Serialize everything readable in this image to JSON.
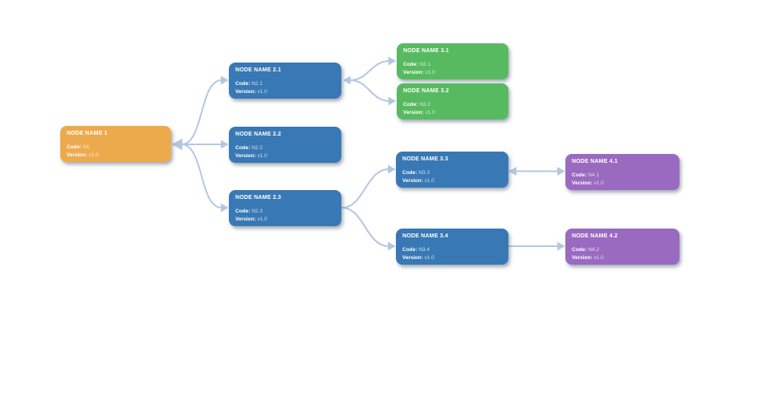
{
  "diagram": {
    "nodes": [
      {
        "id": "n1",
        "title": "NODE NAME 1",
        "code_label": "Code:",
        "code_value": "N1",
        "version_label": "Version:",
        "version_value": "v1.0",
        "color": "orange"
      },
      {
        "id": "n2_1",
        "title": "NODE NAME 2.1",
        "code_label": "Code:",
        "code_value": "N2.1",
        "version_label": "Version:",
        "version_value": "v1.0",
        "color": "blue"
      },
      {
        "id": "n2_2",
        "title": "NODE NAME 2.2",
        "code_label": "Code:",
        "code_value": "N2.2",
        "version_label": "Version:",
        "version_value": "v1.0",
        "color": "blue"
      },
      {
        "id": "n2_3",
        "title": "NODE NAME 2.3",
        "code_label": "Code:",
        "code_value": "N2.3",
        "version_label": "Version:",
        "version_value": "v1.0",
        "color": "blue"
      },
      {
        "id": "n3_1",
        "title": "NODE NAME 3.1",
        "code_label": "Code:",
        "code_value": "N3.1",
        "version_label": "Version:",
        "version_value": "v1.0",
        "color": "green"
      },
      {
        "id": "n3_2",
        "title": "NODE NAME 3.2",
        "code_label": "Code:",
        "code_value": "N3.2",
        "version_label": "Version:",
        "version_value": "v1.0",
        "color": "green"
      },
      {
        "id": "n3_3",
        "title": "NODE NAME 3.3",
        "code_label": "Code:",
        "code_value": "N3.3",
        "version_label": "Version:",
        "version_value": "v1.0",
        "color": "blue"
      },
      {
        "id": "n3_4",
        "title": "NODE NAME 3.4",
        "code_label": "Code:",
        "code_value": "N3.4",
        "version_label": "Version:",
        "version_value": "v1.0",
        "color": "blue"
      },
      {
        "id": "n4_1",
        "title": "NODE NAME 4.1",
        "code_label": "Code:",
        "code_value": "N4.1",
        "version_label": "Version:",
        "version_value": "v1.0",
        "color": "purple"
      },
      {
        "id": "n4_2",
        "title": "NODE NAME 4.2",
        "code_label": "Code:",
        "code_value": "N4.2",
        "version_label": "Version:",
        "version_value": "v1.0",
        "color": "purple"
      }
    ],
    "edges": [
      {
        "from": "n1",
        "to": "n2_1",
        "arrows": "both"
      },
      {
        "from": "n1",
        "to": "n2_2",
        "arrows": "both"
      },
      {
        "from": "n1",
        "to": "n2_3",
        "arrows": "both"
      },
      {
        "from": "n2_1",
        "to": "n3_1",
        "arrows": "both"
      },
      {
        "from": "n2_1",
        "to": "n3_2",
        "arrows": "both"
      },
      {
        "from": "n2_3",
        "to": "n3_3",
        "arrows": "end"
      },
      {
        "from": "n2_3",
        "to": "n3_4",
        "arrows": "end"
      },
      {
        "from": "n3_3",
        "to": "n4_1",
        "arrows": "both"
      },
      {
        "from": "n3_4",
        "to": "n4_2",
        "arrows": "end"
      }
    ]
  },
  "colors": {
    "orange": "#edaa4c",
    "blue": "#3878b5",
    "green": "#57ba60",
    "purple": "#9a6ac1",
    "connector": "#b4c7e2"
  }
}
